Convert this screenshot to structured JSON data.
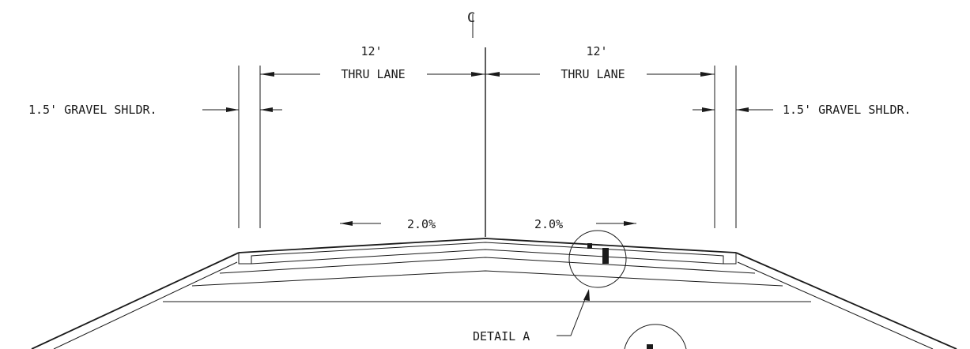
{
  "drawing": {
    "centerline_symbol": "C",
    "left_lane": {
      "width": "12'",
      "label": "THRU LANE"
    },
    "right_lane": {
      "width": "12'",
      "label": "THRU LANE"
    },
    "left_shoulder": {
      "label": "1.5' GRAVEL SHLDR."
    },
    "right_shoulder": {
      "label": "1.5' GRAVEL SHLDR."
    },
    "left_slope": "2.0%",
    "right_slope": "2.0%",
    "detail_callout": "DETAIL A"
  }
}
